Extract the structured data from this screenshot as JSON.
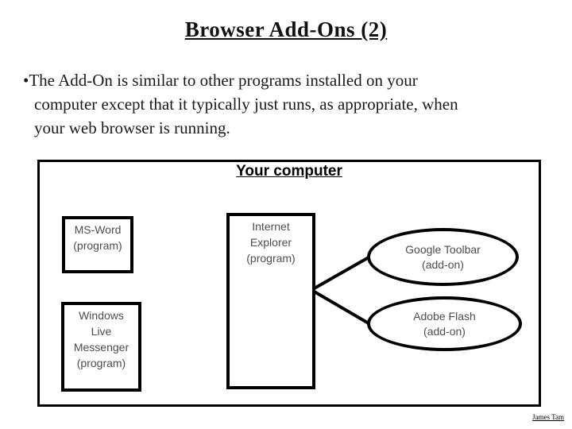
{
  "slide": {
    "title": "Browser Add-Ons (2)",
    "bullet_marker": "•",
    "body_text": "The Add-On is similar to other programs installed on your\ncomputer except that it typically just runs, as appropriate, when\nyour web browser is running.",
    "footer": "James Tam"
  },
  "diagram": {
    "container_label": "Your computer",
    "boxes": [
      {
        "label": "MS-Word\n(program)"
      },
      {
        "label": "Windows\nLive\nMessenger\n(program)"
      },
      {
        "label": "Internet\nExplorer\n(program)"
      }
    ],
    "ellipses": [
      {
        "label": "Google Toolbar\n(add-on)"
      },
      {
        "label": "Adobe Flash\n(add-on)"
      }
    ]
  }
}
